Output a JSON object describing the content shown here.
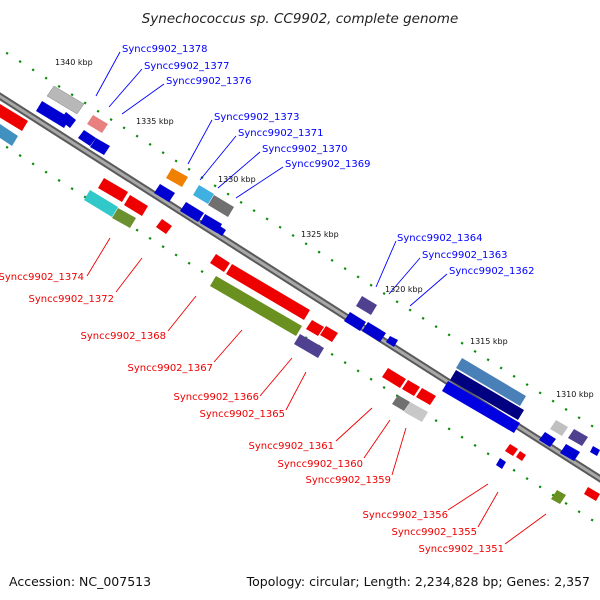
{
  "title": "Synechococcus sp. CC9902, complete genome",
  "footer": {
    "accession": "Accession: NC_007513",
    "summary": "Topology: circular; Length: 2,234,828 bp; Genes: 2,357"
  },
  "colors": {
    "backbone": "#808080",
    "forward_label": "#0000ff",
    "reverse_label": "#ee0000",
    "tick": "#0a8a0a"
  },
  "kbp_ticks": [
    "1340 kbp",
    "1335 kbp",
    "1330 kbp",
    "1325 kbp",
    "1320 kbp",
    "1315 kbp",
    "1310 kbp"
  ],
  "forward_genes": [
    "Syncc9902_1378",
    "Syncc9902_1377",
    "Syncc9902_1376",
    "Syncc9902_1373",
    "Syncc9902_1371",
    "Syncc9902_1370",
    "Syncc9902_1369",
    "Syncc9902_1364",
    "Syncc9902_1363",
    "Syncc9902_1362"
  ],
  "reverse_genes": [
    "Syncc9902_1374",
    "Syncc9902_1372",
    "Syncc9902_1368",
    "Syncc9902_1367",
    "Syncc9902_1366",
    "Syncc9902_1365",
    "Syncc9902_1361",
    "Syncc9902_1360",
    "Syncc9902_1359",
    "Syncc9902_1356",
    "Syncc9902_1355",
    "Syncc9902_1351"
  ]
}
